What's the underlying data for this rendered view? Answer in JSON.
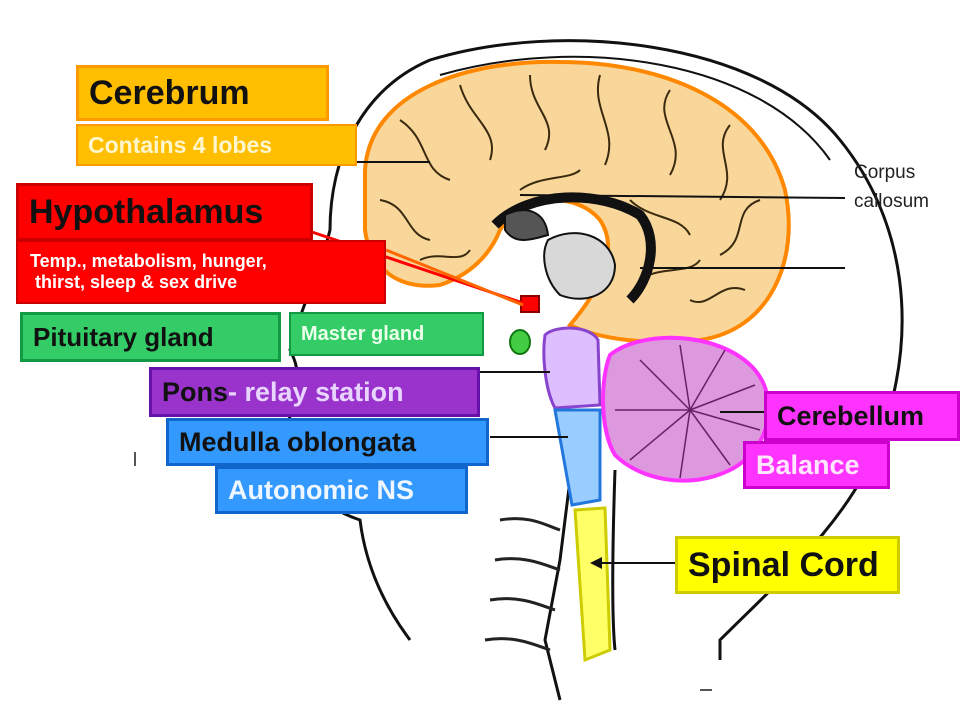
{
  "labels": {
    "cerebrum": "Cerebrum",
    "cerebrum_desc": "Contains 4 lobes",
    "hypothalamus": "Hypothalamus",
    "hypothalamus_desc_1": "Temp., metabolism, hunger,",
    "hypothalamus_desc_2": "thirst, sleep & sex drive",
    "pituitary": "Pituitary gland",
    "pituitary_desc": "Master gland",
    "pons": "Pons",
    "pons_desc": "- relay station",
    "medulla": "Medulla oblongata",
    "medulla_desc": "Autonomic NS",
    "cerebellum": "Cerebellum",
    "cerebellum_desc": "Balance",
    "spinal_cord": "Spinal Cord",
    "corpus_1": "Corpus",
    "corpus_2": "callosum"
  },
  "colors": {
    "cerebrum": "#f5b800",
    "hypothalamus": "#ff0000",
    "pituitary": "#33cc33",
    "pons": "#9933cc",
    "medulla": "#3399ff",
    "cerebellum": "#ff33ff",
    "spinal_cord": "#ffff00",
    "brain_fill": "#f9d79a",
    "brainstem_fill": "#ddbfff",
    "cerebellum_fill": "#dd99dd",
    "medulla_fill": "#99ccff",
    "spinal_fill": "#ffff66"
  }
}
